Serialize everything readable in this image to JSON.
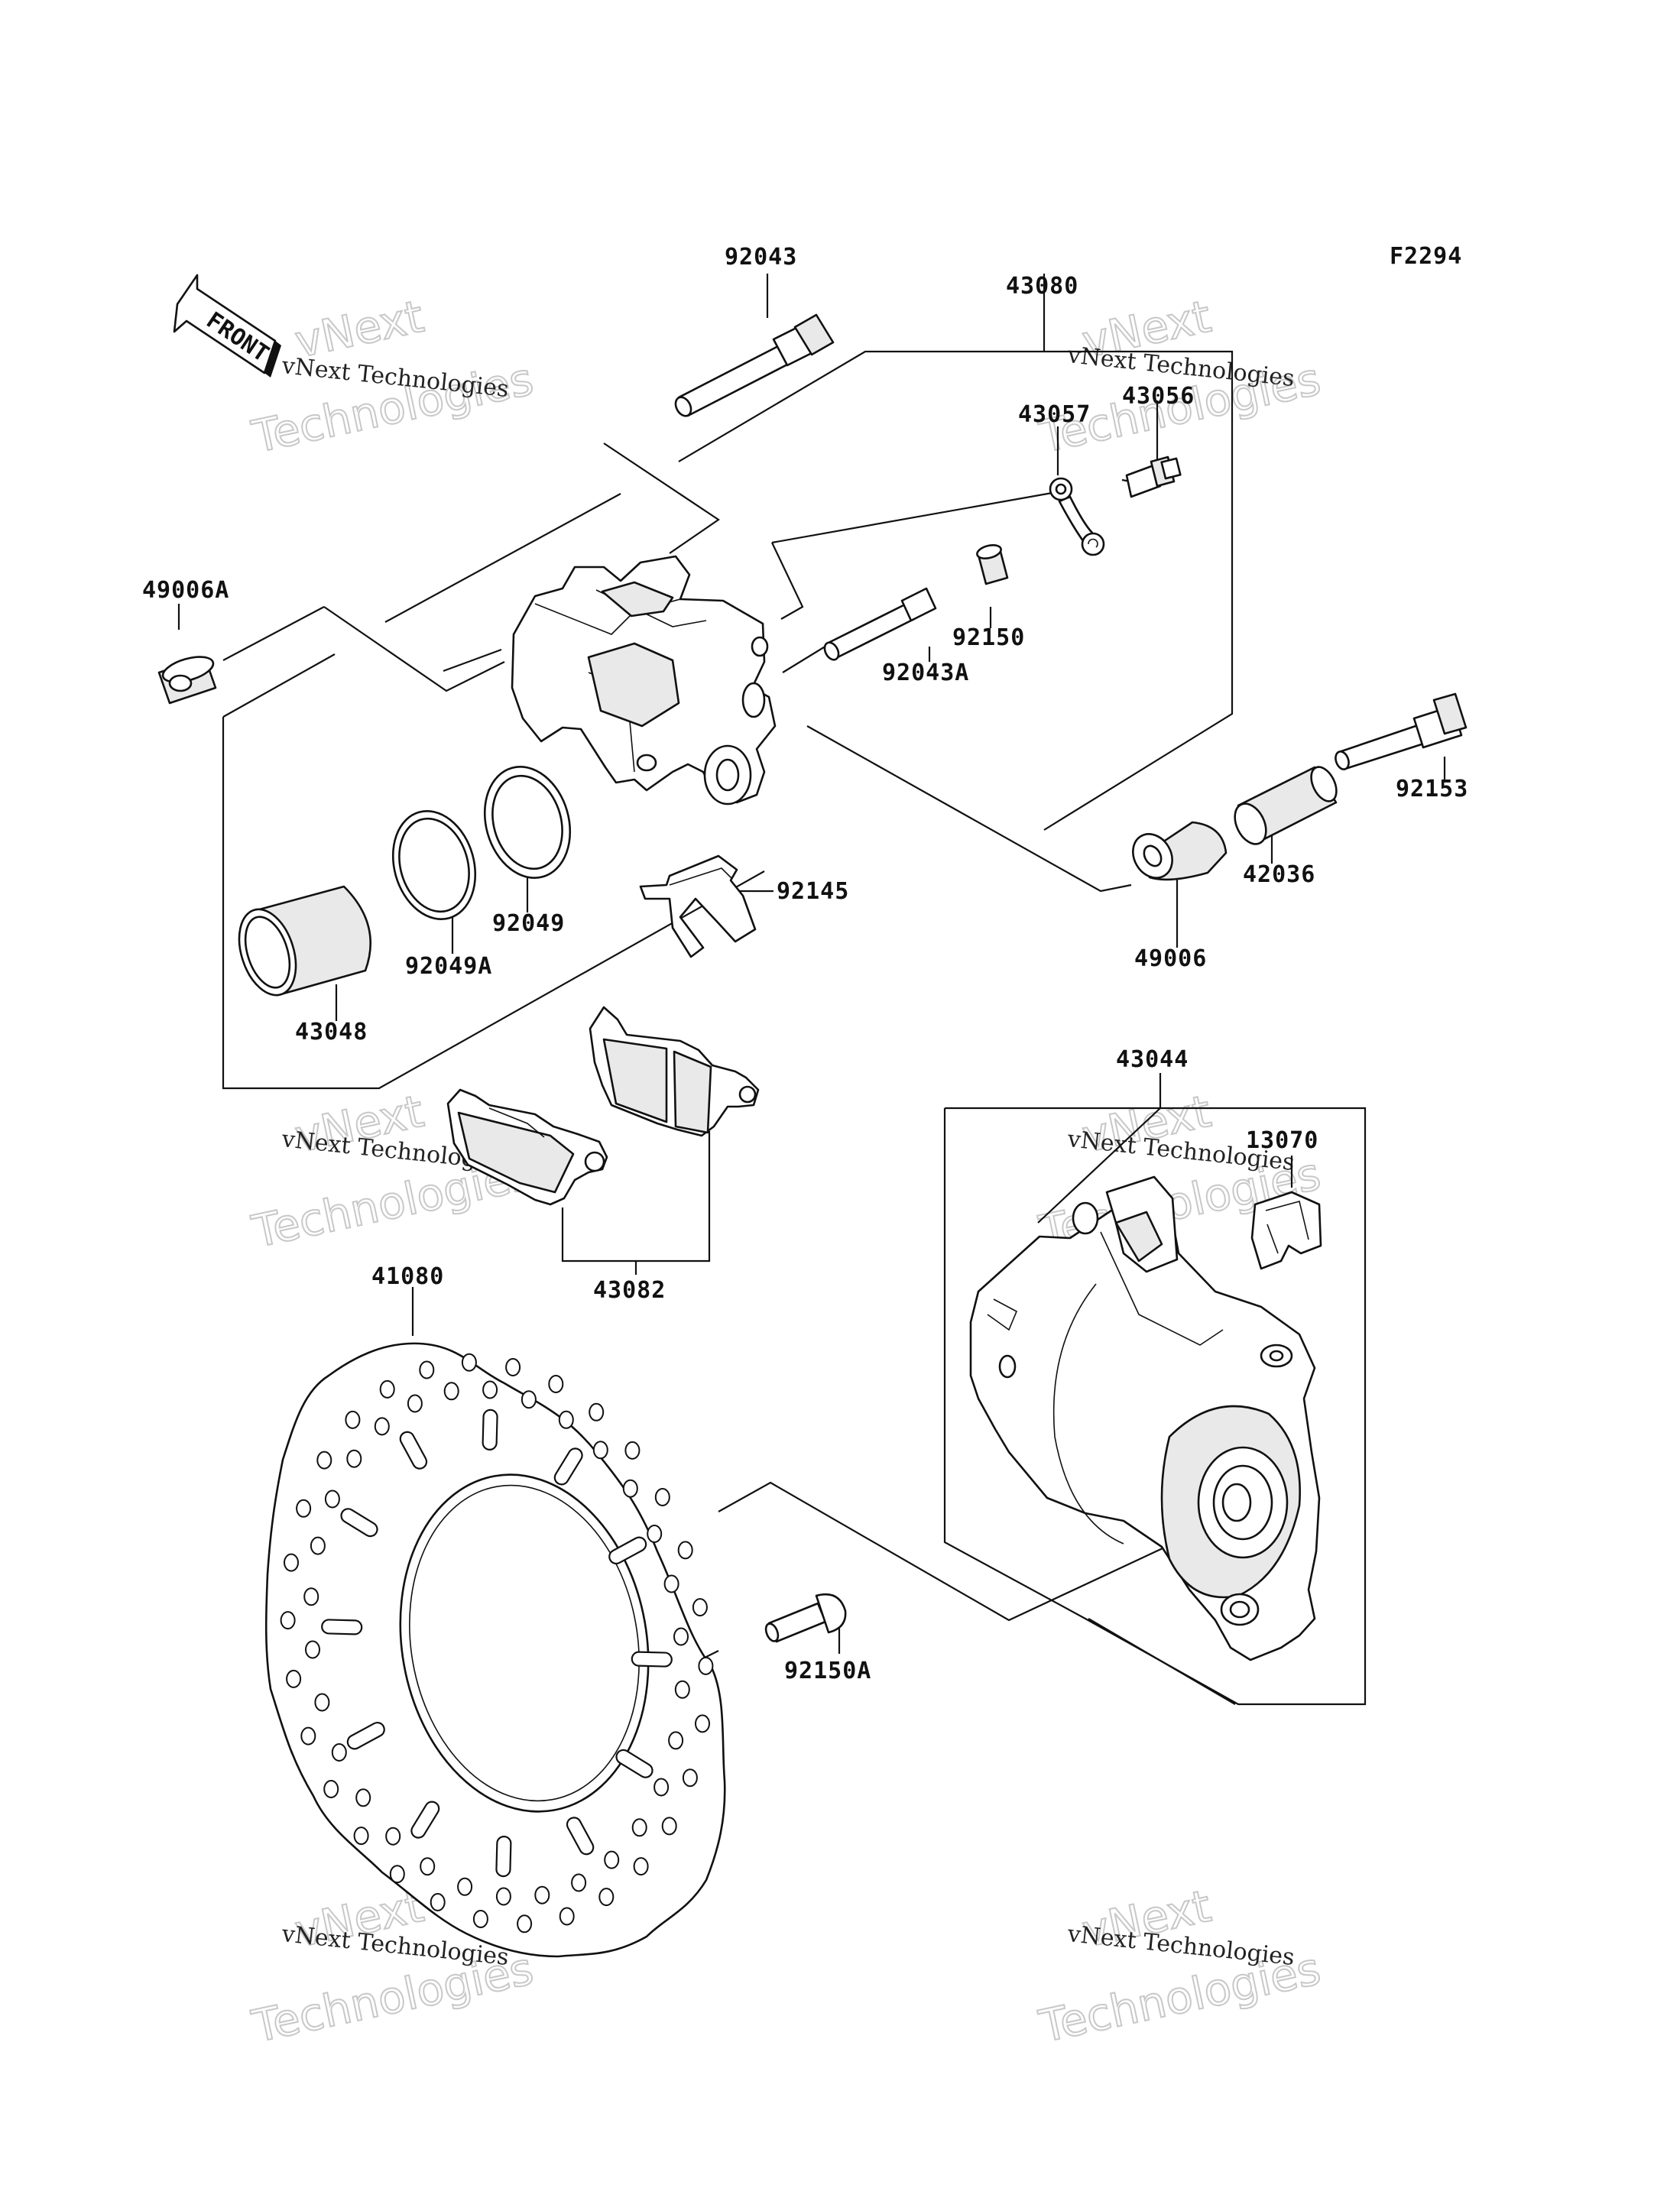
{
  "figure_code": "F2294",
  "direction_label": "FRONT",
  "watermark": {
    "line1": "vNext",
    "line2": "Technologies",
    "caption": "vNext Technologies"
  },
  "labels": {
    "p92043": "92043",
    "p43080": "43080",
    "p43057": "43057",
    "p43056": "43056",
    "p49006A": "49006A",
    "p92150": "92150",
    "p92043A": "92043A",
    "p92153": "92153",
    "p42036": "42036",
    "p92145": "92145",
    "p49006": "49006",
    "p92049": "92049",
    "p92049A": "92049A",
    "p43048": "43048",
    "p43044": "43044",
    "p13070": "13070",
    "p43082": "43082",
    "p41080": "41080",
    "p92150A": "92150A"
  }
}
